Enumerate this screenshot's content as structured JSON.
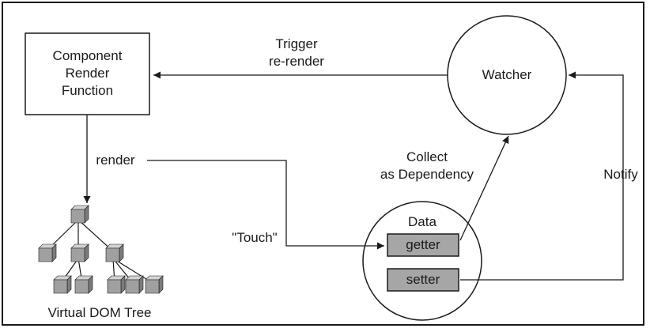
{
  "diagram": {
    "component_box": {
      "lines": [
        "Component",
        "Render",
        "Function"
      ]
    },
    "watcher": {
      "label": "Watcher"
    },
    "trigger_label": {
      "lines": [
        "Trigger",
        "re-render"
      ]
    },
    "render_label": "render",
    "touch_label": "\"Touch\"",
    "collect_label": {
      "lines": [
        "Collect",
        "as Dependency"
      ]
    },
    "notify_label": "Notify",
    "data_circle": {
      "title": "Data",
      "getter": "getter",
      "setter": "setter"
    },
    "vdom_caption": "Virtual DOM Tree",
    "colors": {
      "line": "#1a1a1a",
      "field_fill": "#a6a6a6",
      "cube_top": "#d2d2d2",
      "cube_front": "#a0a0a0",
      "cube_side": "#7c7c7c"
    }
  }
}
